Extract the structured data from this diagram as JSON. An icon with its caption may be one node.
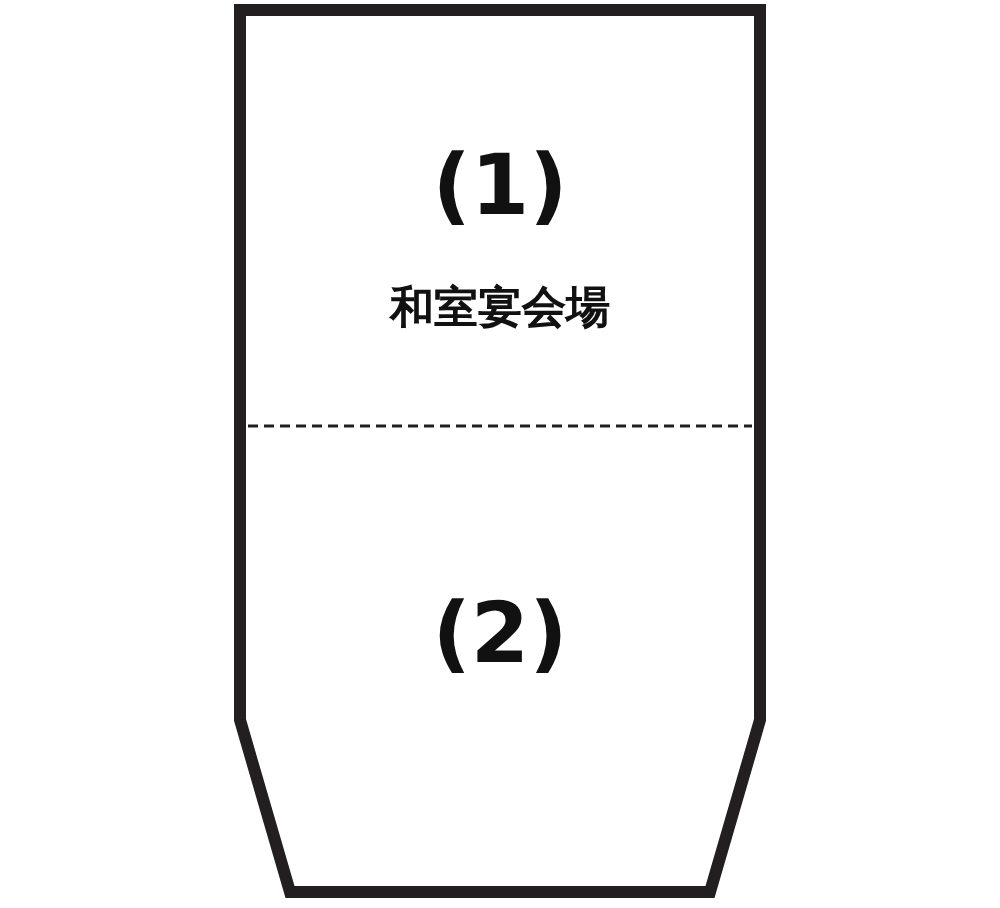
{
  "diagram": {
    "nodes": [
      {
        "text": [
          "(1)",
          "和室宴会場"
        ]
      },
      {
        "text": [
          "(2)"
        ]
      }
    ]
  }
}
